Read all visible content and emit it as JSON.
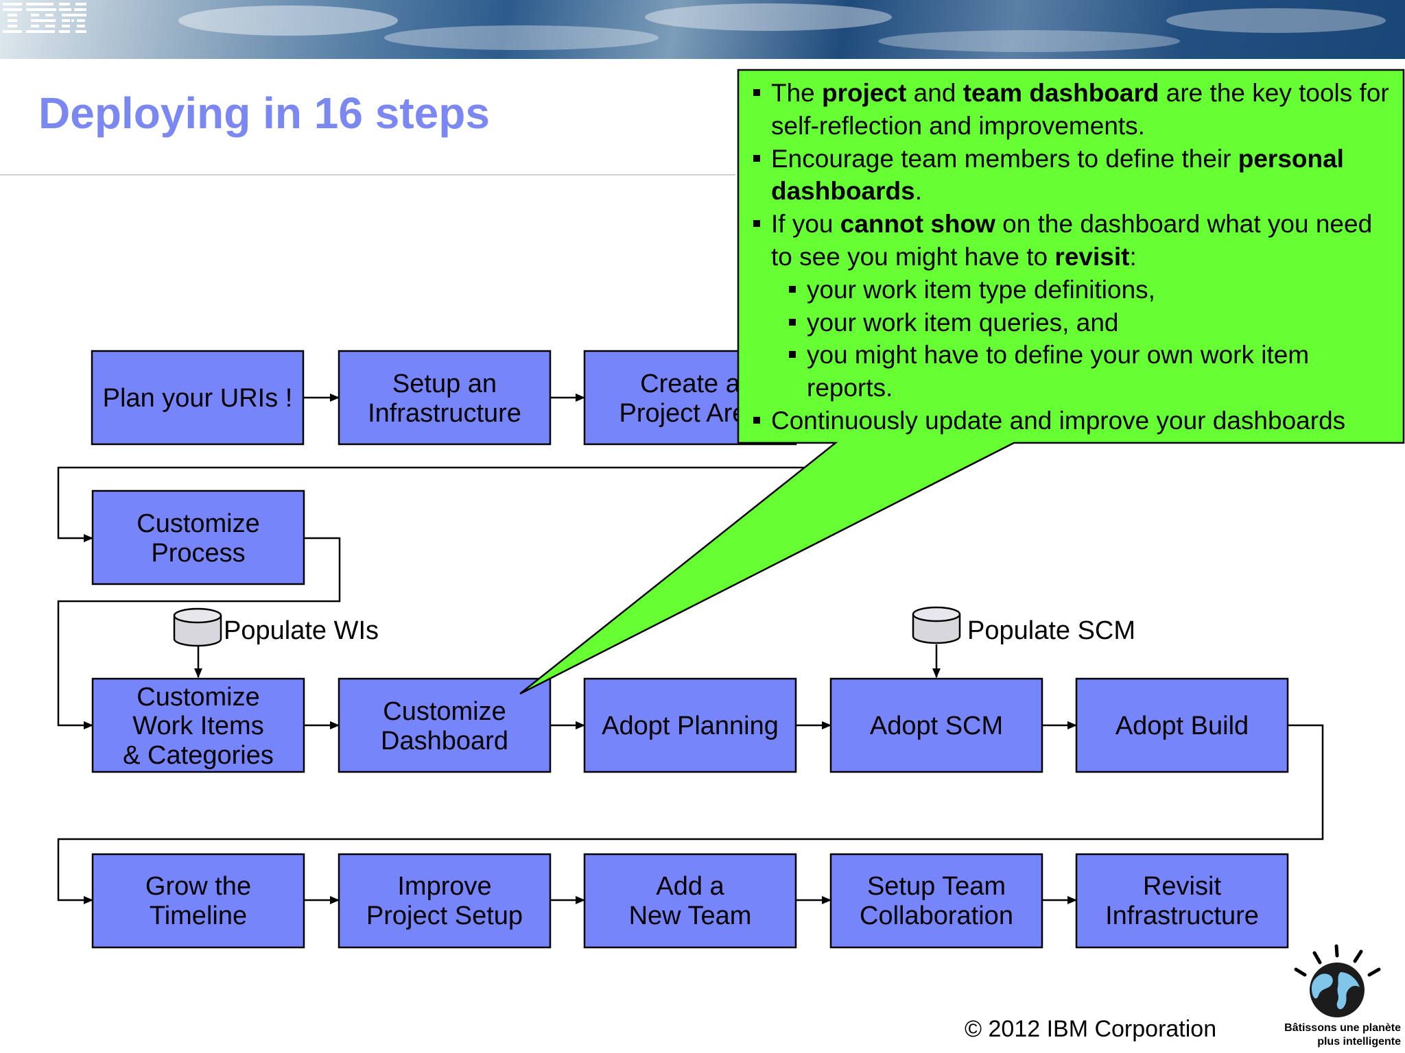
{
  "header": {
    "logo_text": "IBM",
    "title": "Deploying in 16 steps"
  },
  "steps": {
    "plan_uris": "Plan your URIs !",
    "setup_infrastructure": [
      "Setup an",
      "Infrastructure"
    ],
    "create_project_area": [
      "Create a",
      "Project Area"
    ],
    "customize_process": [
      "Customize",
      "Process"
    ],
    "customize_work_items": [
      "Customize",
      "Work Items",
      "& Categories"
    ],
    "customize_dashboard": [
      "Customize",
      "Dashboard"
    ],
    "adopt_planning": "Adopt Planning",
    "adopt_scm": "Adopt SCM",
    "adopt_build": "Adopt Build",
    "grow_timeline": [
      "Grow the",
      "Timeline"
    ],
    "improve_project_setup": [
      "Improve",
      "Project Setup"
    ],
    "add_new_team": [
      "Add a",
      "New Team"
    ],
    "setup_team_collaboration": [
      "Setup Team",
      "Collaboration"
    ],
    "revisit_infrastructure": [
      "Revisit",
      "Infrastructure"
    ]
  },
  "databases": {
    "populate_wis": "Populate WIs",
    "populate_scm": "Populate SCM"
  },
  "callout": {
    "b1": {
      "t1": "The ",
      "b1": "project",
      "t2": " and ",
      "b2": "team dashboard",
      "t3": " are the key tools for self-reflection and improvements."
    },
    "b2": {
      "t1": "Encourage team members to define their ",
      "b1": "personal dashboards",
      "t2": "."
    },
    "b3": {
      "t1": "If you ",
      "b1": "cannot show",
      "t2": " on the dashboard what you need to see you might have to ",
      "b2": "revisit",
      "t3": ":"
    },
    "sub": [
      "your work item type definitions,",
      "your work item queries, and",
      "you might have to define your own work item reports."
    ],
    "b4": "Continuously update and improve your dashboards"
  },
  "footer": {
    "copyright": "© 2012 IBM Corporation",
    "tagline_line1": "Bâtissons une planète",
    "tagline_line2": "plus intelligente"
  },
  "colors": {
    "step_fill": "#7785fb",
    "callout_fill": "#66ff33",
    "title": "#7b88f1",
    "database_fill": "#d8d8dc"
  }
}
